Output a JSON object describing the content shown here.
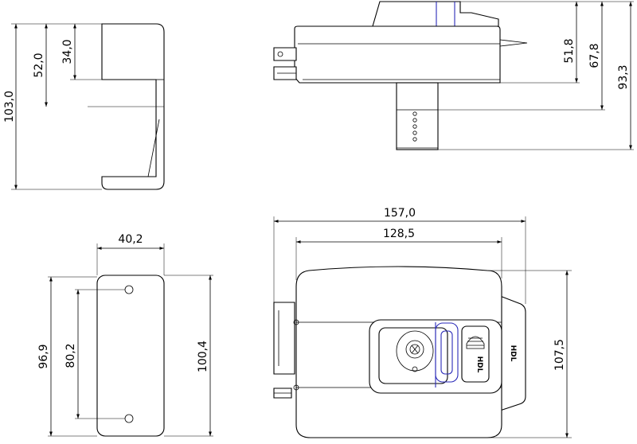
{
  "dimensions": {
    "side_total_height": "103,0",
    "side_mid_height": "52,0",
    "side_top_height": "34,0",
    "top_h1": "51,8",
    "top_h2": "67,8",
    "top_h3": "93,3",
    "plate_width": "40,2",
    "plate_hole_distance": "80,2",
    "plate_inner_height": "96,9",
    "plate_total_height": "100,4",
    "front_total_width": "157,0",
    "front_body_width": "128,5",
    "front_height": "107,5"
  },
  "brand_logo": "HDL",
  "colors": {
    "line": "#000000",
    "accent": "#2a2ab8"
  }
}
